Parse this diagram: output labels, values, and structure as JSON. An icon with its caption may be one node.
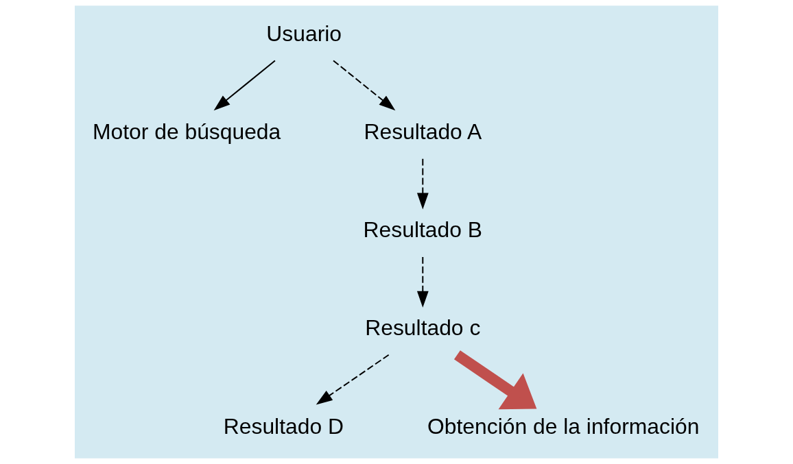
{
  "diagram": {
    "nodes": [
      {
        "text": [
          "Usuario"
        ]
      },
      {
        "text": [
          "Motor de búsqueda"
        ]
      },
      {
        "text": [
          "Resultado A"
        ]
      },
      {
        "text": [
          "Resultado B"
        ]
      },
      {
        "text": [
          "Resultado c"
        ]
      },
      {
        "text": [
          "Resultado D"
        ]
      },
      {
        "text": [
          "Obtención de la información"
        ]
      }
    ],
    "edges": [
      {
        "from": 0,
        "to": 2,
        "arrow": "to",
        "style": "dashed"
      },
      {
        "from": 0,
        "to": 1,
        "arrow": "to"
      },
      {
        "from": 2,
        "to": 3,
        "arrow": "to",
        "style": "dashed"
      },
      {
        "from": 3,
        "to": 4,
        "arrow": "to",
        "style": "dashed"
      },
      {
        "from": 4,
        "to": 5,
        "arrow": "to",
        "style": "dashed"
      },
      {
        "from": 4,
        "to": 6,
        "arrow": "to",
        "style": "thick",
        "color": "#c0504d"
      }
    ]
  }
}
